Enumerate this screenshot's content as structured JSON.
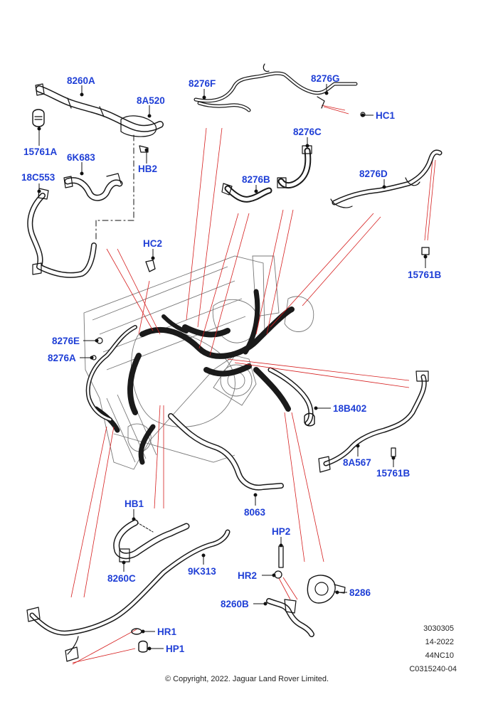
{
  "callouts": {
    "c8260A": "8260A",
    "c8A520": "8A520",
    "c15761A": "15761A",
    "c6K683": "6K683",
    "cHB2": "HB2",
    "c18C553": "18C553",
    "c8276F": "8276F",
    "c8276G": "8276G",
    "cHC1": "HC1",
    "c8276C": "8276C",
    "c8276B": "8276B",
    "c8276D": "8276D",
    "cHC2": "HC2",
    "c15761B_top": "15761B",
    "c8276E": "8276E",
    "c8276A": "8276A",
    "c18B402": "18B402",
    "c8A567": "8A567",
    "c15761B_bottom": "15761B",
    "c8063": "8063",
    "cHB1": "HB1",
    "c8260C": "8260C",
    "c9K313": "9K313",
    "cHP2": "HP2",
    "cHR2": "HR2",
    "c8286": "8286",
    "c8260B": "8260B",
    "cHR1": "HR1",
    "cHP1": "HP1"
  },
  "diagram_codes": [
    "3030305",
    "14-2022",
    "44NC10",
    "C0315240-04"
  ],
  "copyright": "© Copyright, 2022. Jaguar Land Rover Limited.",
  "colors": {
    "callout": "#1f3fd6",
    "leader_red": "#d61f1f",
    "line_art": "#111111"
  }
}
